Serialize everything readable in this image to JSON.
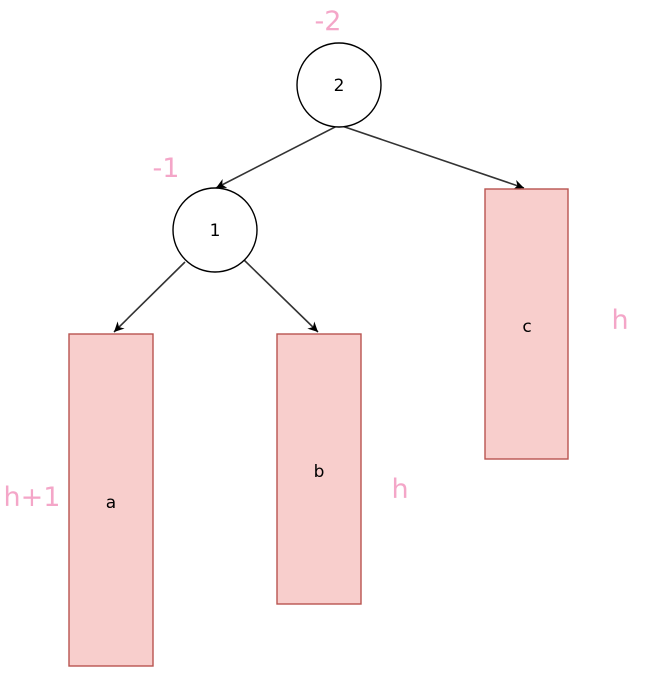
{
  "colors": {
    "annotation": "#f4a6c8",
    "subtree_fill": "#f8cecc",
    "subtree_stroke": "#b85450",
    "node_stroke": "#000000",
    "edge": "#333333"
  },
  "nodes": {
    "root": {
      "label": "2",
      "balance": "-2"
    },
    "left": {
      "label": "1",
      "balance": "-1"
    }
  },
  "subtrees": {
    "a": {
      "label": "a",
      "height": "h+1"
    },
    "b": {
      "label": "b",
      "height": "h"
    },
    "c": {
      "label": "c",
      "height": "h"
    }
  }
}
